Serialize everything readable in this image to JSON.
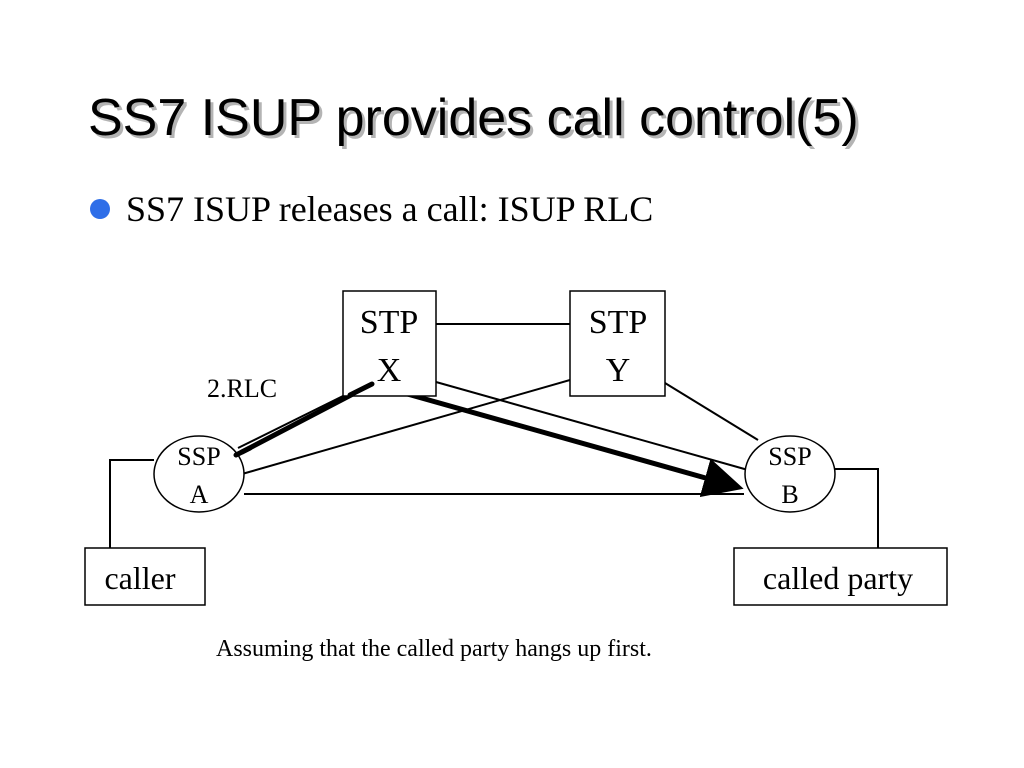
{
  "title": "SS7 ISUP provides call control(5)",
  "bullet": "SS7 ISUP releases a call: ISUP RLC",
  "diagram": {
    "stp_x": {
      "line1": "STP",
      "line2": "X"
    },
    "stp_y": {
      "line1": "STP",
      "line2": "Y"
    },
    "ssp_a": {
      "line1": "SSP",
      "line2": "A"
    },
    "ssp_b": {
      "line1": "SSP",
      "line2": "B"
    },
    "caller": "caller",
    "called_party": "called party",
    "message_label": "2.RLC",
    "caption": "Assuming that the called party hangs up first."
  },
  "colors": {
    "bullet": "#2e6ee8",
    "title_shadow": "#b4b4b4"
  }
}
